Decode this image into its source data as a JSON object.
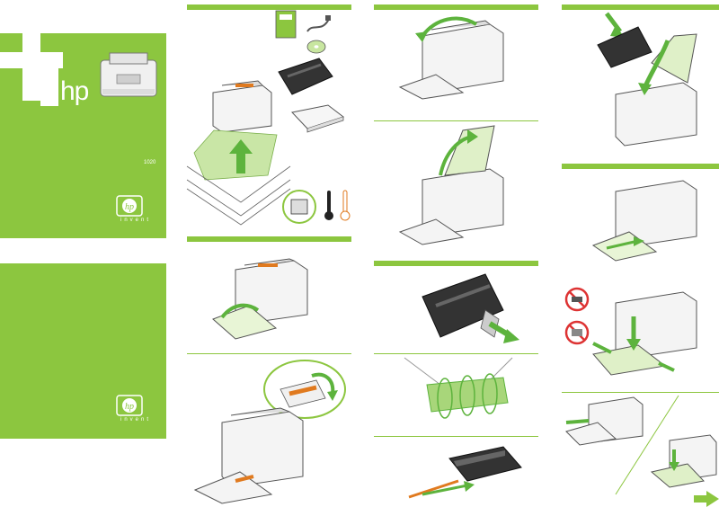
{
  "cover": {
    "brand": "hp",
    "invent_top": "invent",
    "invent_bottom": "invent",
    "model_tag": "1020"
  },
  "colors": {
    "accent": "#8cc63f",
    "arrow": "#5db33d",
    "printer_outline": "#555555",
    "cartridge": "#333333"
  },
  "icons": [
    "hp-logo-icon",
    "printer-icon",
    "arrow-up-icon",
    "arrow-curve-icon",
    "thermometer-icon",
    "power-cord-icon",
    "cd-icon",
    "no-symbol-icon",
    "next-arrow-icon"
  ]
}
